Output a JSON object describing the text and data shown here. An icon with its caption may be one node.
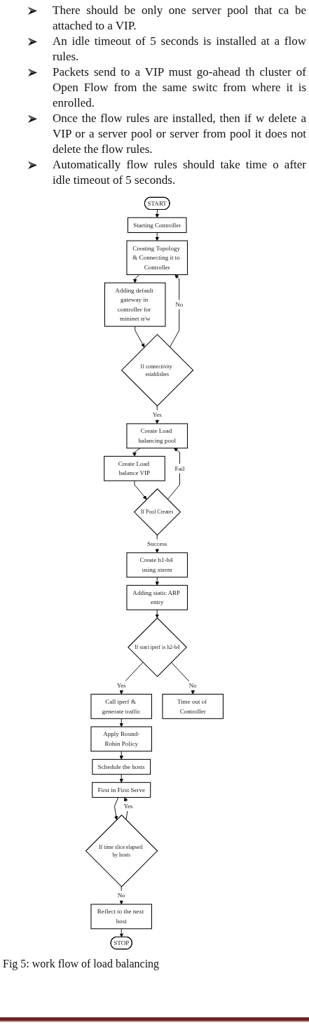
{
  "diagram": {
    "caption": "Fig 5: work flow of load balancing",
    "nodes": [
      {
        "text": [
          "START"
        ]
      },
      {
        "text": [
          "Starting Controller"
        ]
      },
      {
        "text": [
          "Creating Topology & Connecting it to Controller"
        ]
      },
      {
        "text": [
          "Adding default gateway in controller for mininet n/w"
        ]
      },
      {
        "text": [
          "If connectivity establishes"
        ]
      },
      {
        "text": [
          "Create Load balancing pool"
        ]
      },
      {
        "text": [
          "Create Load balance VIP"
        ]
      },
      {
        "text": [
          "If Pool Creates"
        ]
      },
      {
        "text": [
          "Create h1-h4 using xterm"
        ]
      },
      {
        "text": [
          "Adding static ARP entry"
        ]
      },
      {
        "text": [
          "If start iperf is h2-h4"
        ]
      },
      {
        "text": [
          "Time out of Controller"
        ]
      },
      {
        "text": [
          "Call iperf & generate traffic"
        ]
      },
      {
        "text": [
          "Apply Round-Robin Policy"
        ]
      },
      {
        "text": [
          "Schedule the hosts"
        ]
      },
      {
        "text": [
          "First in First Serve"
        ]
      },
      {
        "text": [
          "If time slice elapsed by hosts"
        ]
      },
      {
        "text": [
          "Reflect to the next host"
        ]
      },
      {
        "text": [
          "STOP"
        ]
      }
    ],
    "edges": [
      {
        "from": 0,
        "to": 1,
        "arrow": "to"
      },
      {
        "from": 1,
        "to": 2,
        "arrow": "to"
      },
      {
        "from": 2,
        "to": 3,
        "arrow": "to"
      },
      {
        "from": 3,
        "to": 4,
        "arrow": "to"
      },
      {
        "from": 4,
        "to": 2,
        "arrow": "to",
        "label": "No"
      },
      {
        "from": 4,
        "to": 5,
        "arrow": "to",
        "label": "Yes"
      },
      {
        "from": 5,
        "to": 6,
        "arrow": "to"
      },
      {
        "from": 6,
        "to": 7,
        "arrow": "to"
      },
      {
        "from": 7,
        "to": 5,
        "arrow": "to",
        "label": "Fail"
      },
      {
        "from": 7,
        "to": 8,
        "arrow": "to",
        "label": "Success"
      },
      {
        "from": 8,
        "to": 9,
        "arrow": "to"
      },
      {
        "from": 9,
        "to": 10,
        "arrow": "to"
      },
      {
        "from": 10,
        "to": 11,
        "arrow": "to",
        "label": "No"
      },
      {
        "from": 10,
        "to": 12,
        "arrow": "to",
        "label": "Yes"
      },
      {
        "from": 12,
        "to": 13,
        "arrow": "to"
      },
      {
        "from": 13,
        "to": 14,
        "arrow": "to"
      },
      {
        "from": 14,
        "to": 15,
        "arrow": "to"
      },
      {
        "from": 15,
        "to": 16,
        "arrow": "to"
      },
      {
        "from": 16,
        "to": 15,
        "arrow": "to",
        "label": "Yes"
      },
      {
        "from": 16,
        "to": 17,
        "arrow": "to",
        "label": "No"
      },
      {
        "from": 17,
        "to": 18,
        "arrow": "to"
      }
    ],
    "labels": [
      "There should be only one server pool that ca be attached to a VIP.",
      "An idle timeout of 5 seconds is installed at a flow rules.",
      "Packets send to a VIP must go-ahead th cluster of Open Flow from the same switc from where it is enrolled.",
      "Once the flow rules are installed, then if w delete a VIP or a server pool or server from pool it does not delete the flow rules.",
      "Automatically flow rules should take time o after idle timeout of 5 seconds."
    ]
  }
}
